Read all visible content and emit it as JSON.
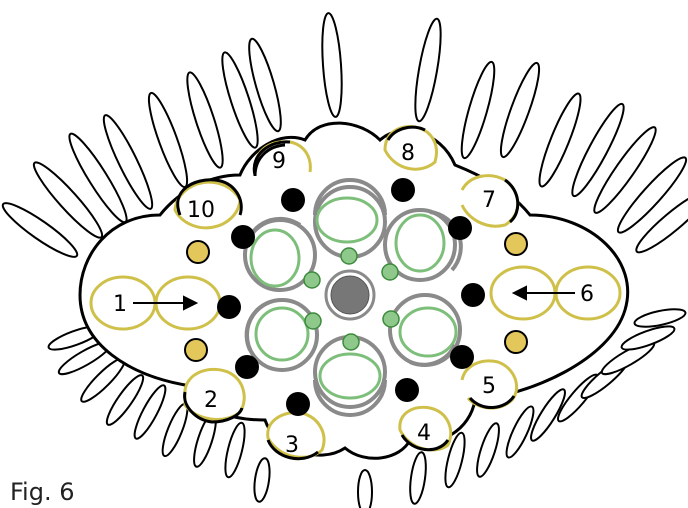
{
  "figure": {
    "caption": "Fig. 6",
    "labels": [
      "1",
      "2",
      "3",
      "4",
      "5",
      "6",
      "7",
      "8",
      "9",
      "10"
    ]
  },
  "colors": {
    "outline": "#000000",
    "background": "#ffffff",
    "yellow_ring": "#cfc04a",
    "yellow_fill": "#e3c75a",
    "green_ring": "#7dbf7a",
    "green_fill": "#8ec98b",
    "gray_ring": "#8a8a8a",
    "center_fill": "#777777",
    "dot_fill": "#000000"
  }
}
